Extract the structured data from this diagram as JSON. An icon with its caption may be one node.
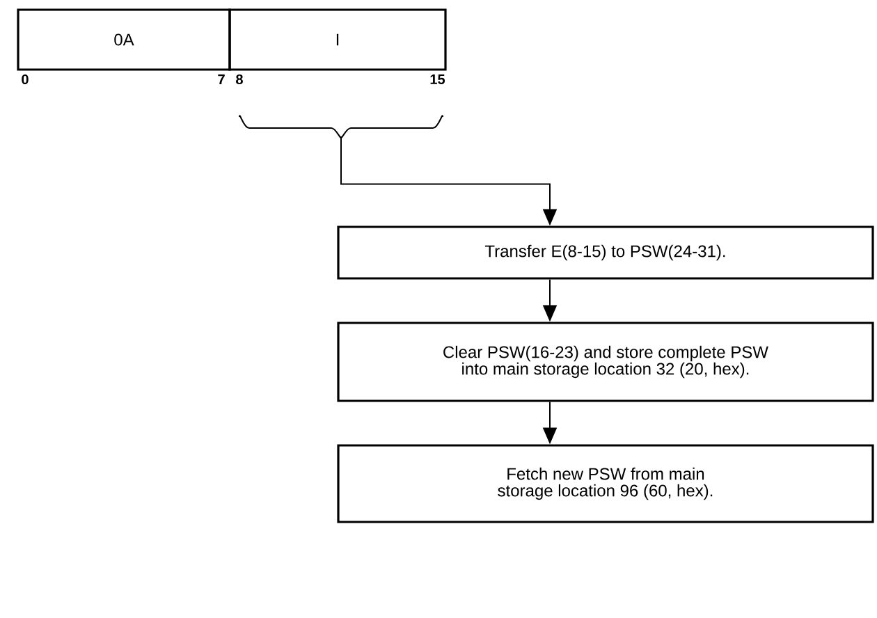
{
  "diagram": {
    "nodes": [
      {
        "text": [
          "0A"
        ]
      },
      {
        "text": [
          "I"
        ]
      },
      {
        "text": [],
        "shape": "brace"
      },
      {
        "text": [
          "Transfer E(8-15) to PSW(24-31)."
        ]
      },
      {
        "text": [
          "Clear PSW(16-23) and store complete PSW into main storage location 32 (20, hex)."
        ]
      },
      {
        "text": [
          "Fetch new PSW from main storage location 96 (60, hex)."
        ]
      }
    ],
    "edges": [
      {
        "from": 2,
        "to": 3,
        "arrow": "to"
      },
      {
        "from": 3,
        "to": 4,
        "arrow": "to"
      },
      {
        "from": 4,
        "to": 5,
        "arrow": "to"
      }
    ],
    "labels": [
      "0",
      "7",
      "8",
      "15"
    ]
  }
}
